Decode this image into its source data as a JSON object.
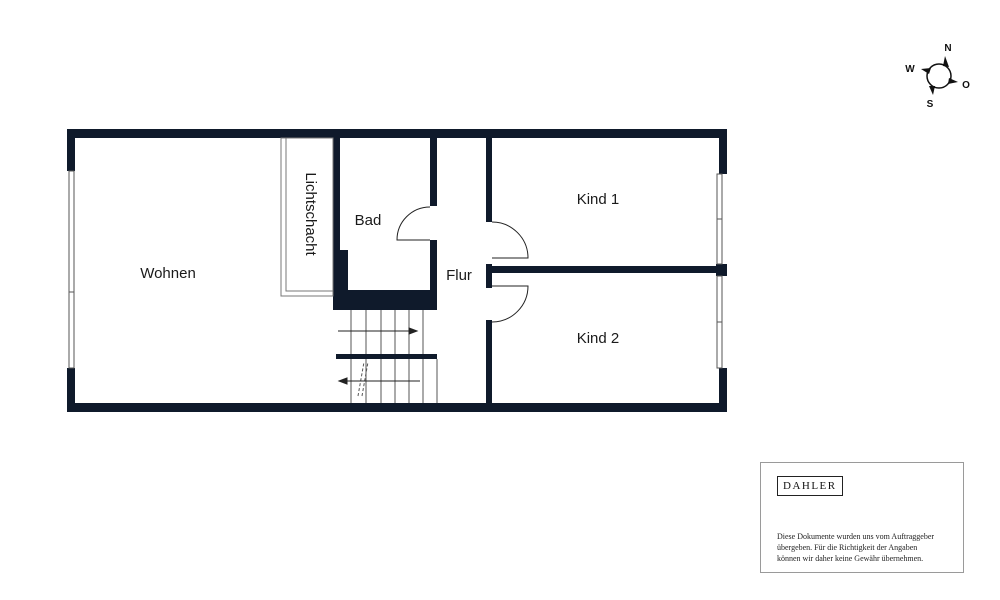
{
  "rooms": {
    "wohnen": "Wohnen",
    "lichtschacht": "Lichtschacht",
    "bad": "Bad",
    "flur": "Flur",
    "kind1": "Kind 1",
    "kind2": "Kind 2"
  },
  "compass": {
    "north": "N",
    "west": "W",
    "east": "O",
    "south": "S"
  },
  "info_box": {
    "brand": "DAHLER",
    "disclaimer_lines": [
      "Diese Dokumente wurden uns vom Auftraggeber",
      "übergeben. Für die Richtigkeit der Angaben",
      "können wir daher keine Gewähr übernehmen."
    ]
  },
  "colors": {
    "wall": "#0f1a2b",
    "line": "#333333",
    "background": "#ffffff"
  }
}
